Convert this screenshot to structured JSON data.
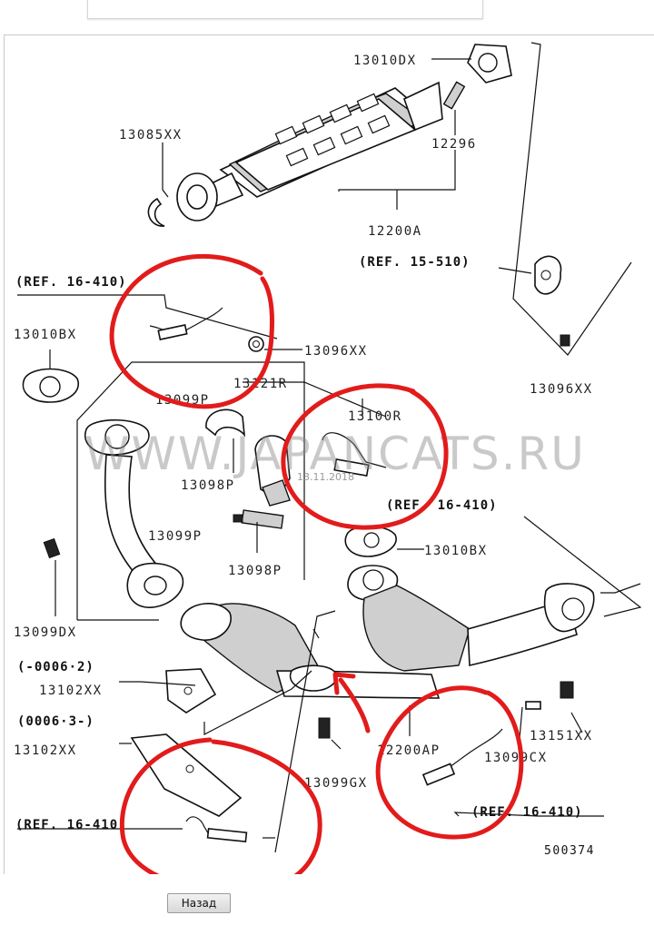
{
  "parts": {
    "p13010DX": "13010DX",
    "p13085XX": "13085XX",
    "p12296": "12296",
    "p12200A": "12200A",
    "ref15_510": "(REF. 15-510)",
    "ref16_410_top": "(REF. 16-410)",
    "p13010BX_left": "13010BX",
    "p13096XX_mid": "13096XX",
    "p13096XX_right": "13096XX",
    "p13099P_top": "13099P",
    "p13121R": "13121R",
    "p13100R": "13100R",
    "p13098P_left": "13098P",
    "ref16_410_mid": "(REF. 16-410)",
    "p13099P_bottom": "13099P",
    "p13098P_bottom": "13098P",
    "p13010BX_right": "13010BX",
    "p13099DX": "13099DX",
    "range1": "(-0006·2)",
    "p13102XX_a": "13102XX",
    "range2": "(0006·3-)",
    "p13102XX_b": "13102XX",
    "p12200AP": "12200AP",
    "p13151XX": "13151XX",
    "p13099CX": "13099CX",
    "p13099GX": "13099GX",
    "ref16_410_br": "(REF. 16-410)",
    "ref16_410_bl": "(REF. 16-410)",
    "diagram_id": "500374"
  },
  "watermark": "WWW.JAPANCATS.RU",
  "date_stamp": "13.11.2018",
  "annotation_color": "#e21b1b",
  "footer": {
    "back_label": "Назад"
  }
}
